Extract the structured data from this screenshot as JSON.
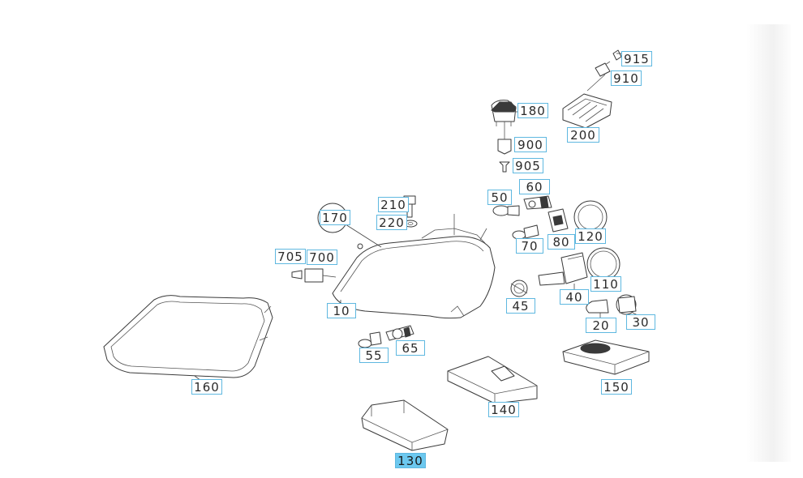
{
  "labels": {
    "p915": "915",
    "p910": "910",
    "p180": "180",
    "p200": "200",
    "p900": "900",
    "p905": "905",
    "p210": "210",
    "p220": "220",
    "p60": "60",
    "p50": "50",
    "p170": "170",
    "p70": "70",
    "p80": "80",
    "p120": "120",
    "p705": "705",
    "p700": "700",
    "p110": "110",
    "p45": "45",
    "p40": "40",
    "p10": "10",
    "p30": "30",
    "p20": "20",
    "p55": "55",
    "p65": "65",
    "p160": "160",
    "p150": "150",
    "p140": "140",
    "p130": "130"
  },
  "selected_part": "130",
  "colors": {
    "label_border": "#5fb8e0",
    "selected_fill": "#6cc8ef",
    "line": "#3a3a3a"
  }
}
